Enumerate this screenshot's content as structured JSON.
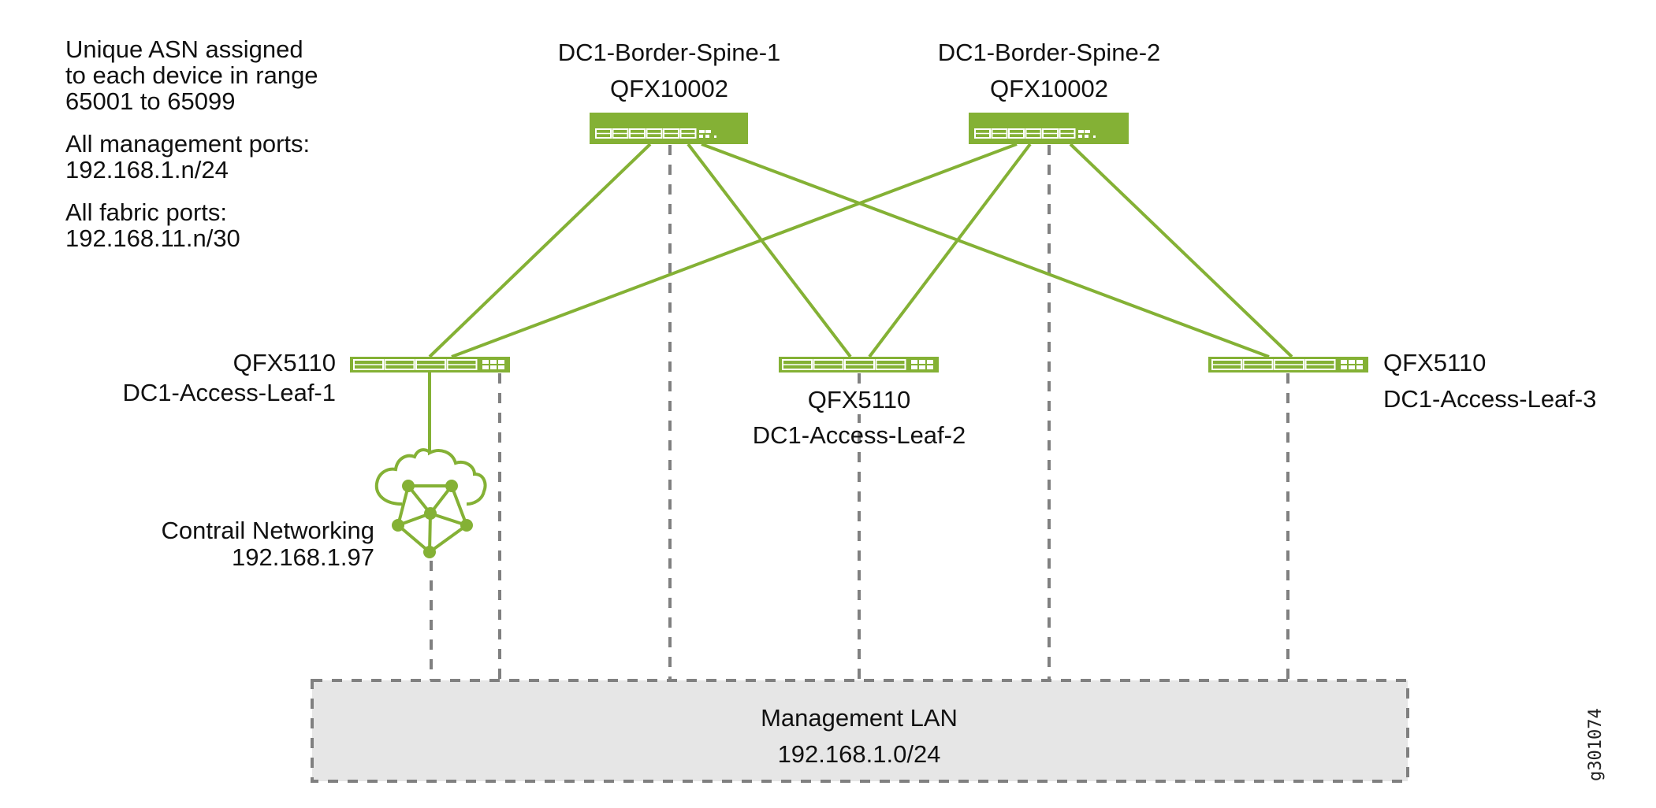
{
  "notes": {
    "asn": [
      "Unique ASN assigned",
      "to each device in range",
      "65001 to 65099"
    ],
    "management": [
      "All management ports:",
      "192.168.1.n/24"
    ],
    "fabric": [
      "All fabric ports:",
      "192.168.11.n/30"
    ]
  },
  "spines": [
    {
      "name": "DC1-Border-Spine-1",
      "model": "QFX10002"
    },
    {
      "name": "DC1-Border-Spine-2",
      "model": "QFX10002"
    }
  ],
  "leaves": [
    {
      "name": "DC1-Access-Leaf-1",
      "model": "QFX5110"
    },
    {
      "name": "DC1-Access-Leaf-2",
      "model": "QFX5110"
    },
    {
      "name": "DC1-Access-Leaf-3",
      "model": "QFX5110"
    }
  ],
  "controller": {
    "name": "Contrail Networking",
    "ip": "192.168.1.97",
    "icon": "cloud-network-icon"
  },
  "management_lan": {
    "name": "Management LAN",
    "subnet": "192.168.1.0/24"
  },
  "figure_id": "g301074",
  "colors": {
    "fabric_link": "#84b135",
    "device": "#84b135",
    "mgmt_link": "#808080",
    "lan_fill": "#e6e6e6"
  },
  "links": {
    "fabric": [
      [
        "DC1-Border-Spine-1",
        "DC1-Access-Leaf-1"
      ],
      [
        "DC1-Border-Spine-1",
        "DC1-Access-Leaf-2"
      ],
      [
        "DC1-Border-Spine-1",
        "DC1-Access-Leaf-3"
      ],
      [
        "DC1-Border-Spine-2",
        "DC1-Access-Leaf-1"
      ],
      [
        "DC1-Border-Spine-2",
        "DC1-Access-Leaf-2"
      ],
      [
        "DC1-Border-Spine-2",
        "DC1-Access-Leaf-3"
      ],
      [
        "DC1-Access-Leaf-1",
        "Contrail Networking"
      ]
    ],
    "management": [
      "Contrail Networking",
      "DC1-Access-Leaf-1",
      "DC1-Border-Spine-1",
      "DC1-Access-Leaf-2",
      "DC1-Border-Spine-2",
      "DC1-Access-Leaf-3"
    ]
  }
}
